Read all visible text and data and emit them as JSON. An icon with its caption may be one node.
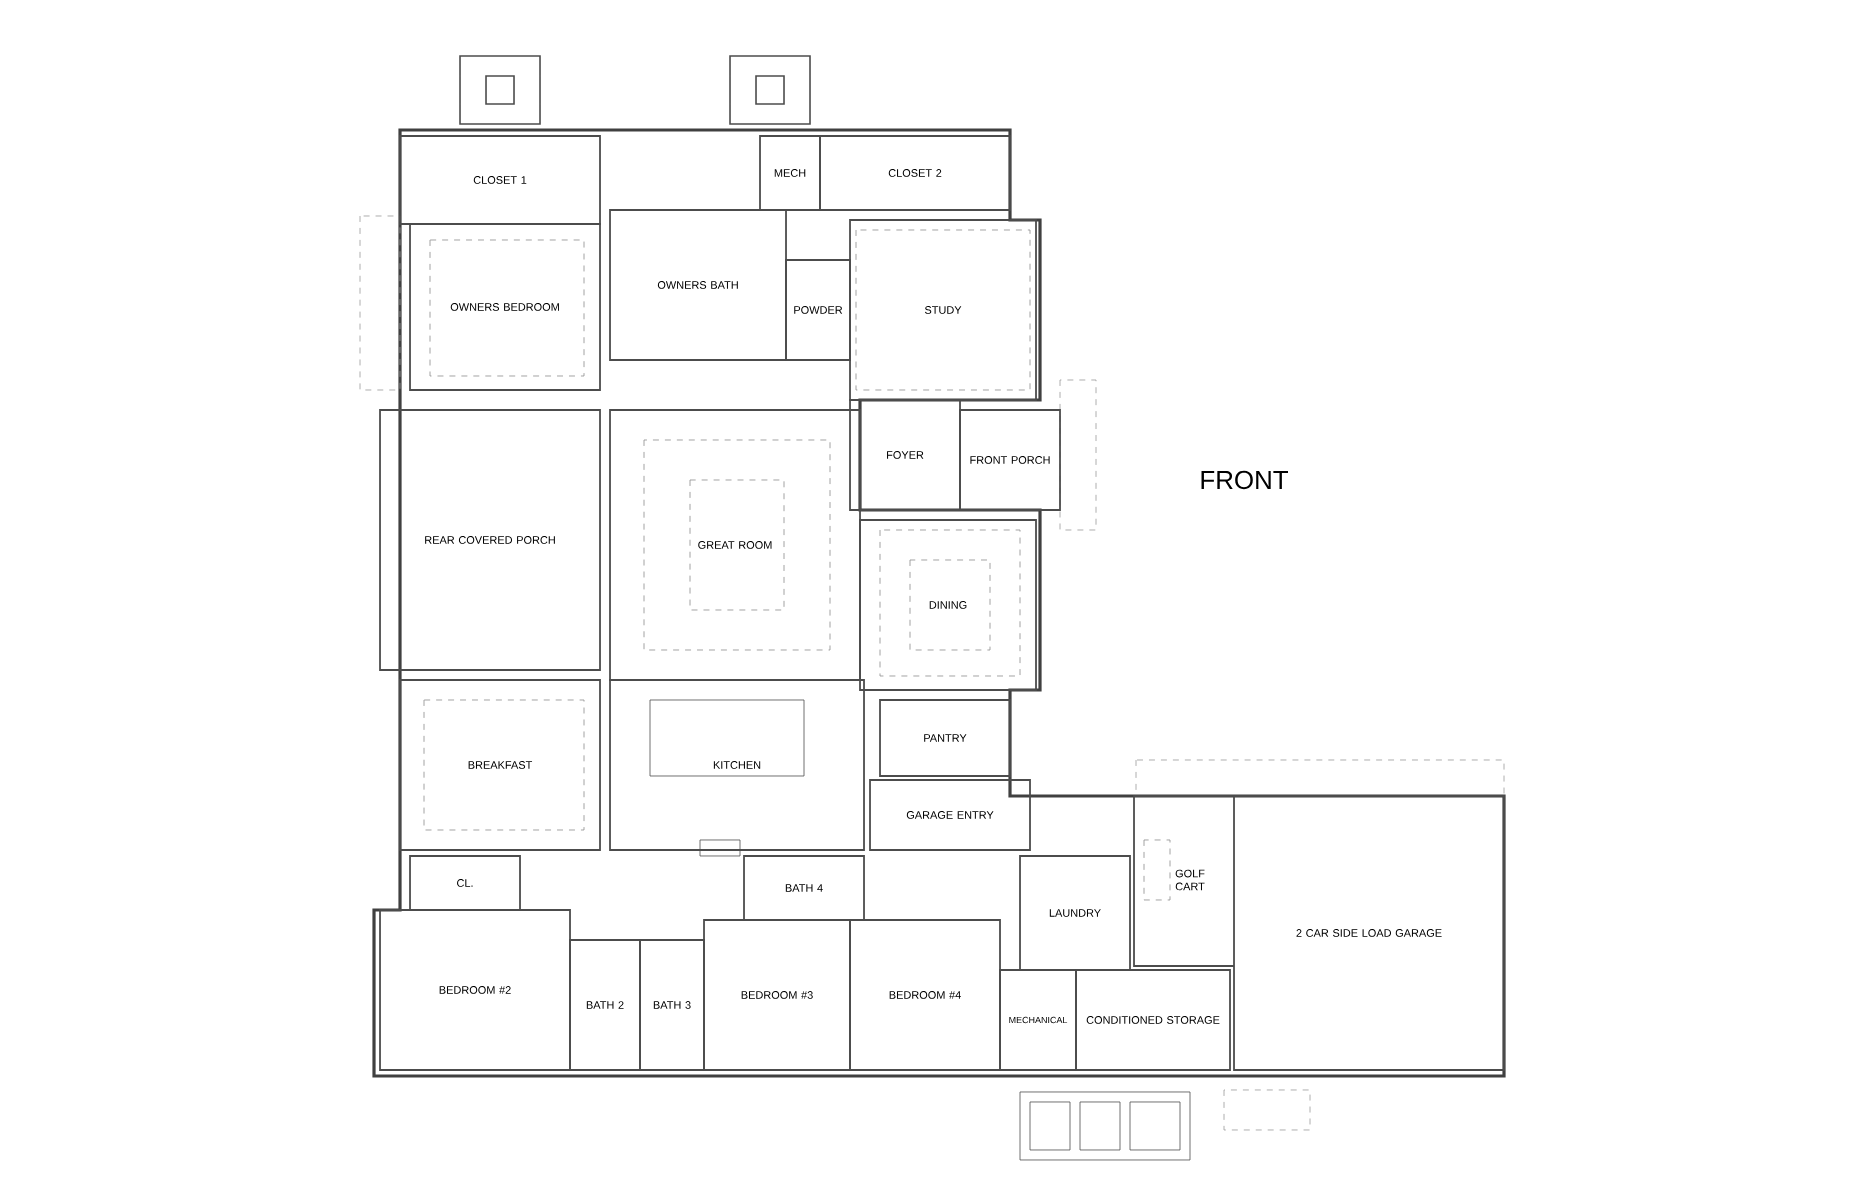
{
  "diagram": {
    "nodes": [
      {
        "text": [
          "CLOSET 1"
        ]
      },
      {
        "text": [
          "MECH"
        ]
      },
      {
        "text": [
          "CLOSET 2"
        ]
      },
      {
        "text": [
          "OWNERS BEDROOM"
        ]
      },
      {
        "text": [
          "OWNERS BATH"
        ]
      },
      {
        "text": [
          "POWDER"
        ]
      },
      {
        "text": [
          "STUDY"
        ]
      },
      {
        "text": [
          "FOYER"
        ]
      },
      {
        "text": [
          "FRONT PORCH"
        ]
      },
      {
        "text": [
          "REAR COVERED PORCH"
        ]
      },
      {
        "text": [
          "GREAT ROOM"
        ]
      },
      {
        "text": [
          "DINING"
        ]
      },
      {
        "text": [
          "BREAKFAST"
        ]
      },
      {
        "text": [
          "KITCHEN"
        ]
      },
      {
        "text": [
          "PANTRY"
        ]
      },
      {
        "text": [
          "GARAGE ENTRY"
        ]
      },
      {
        "text": [
          "CL."
        ]
      },
      {
        "text": [
          "BATH 4"
        ]
      },
      {
        "text": [
          "LAUNDRY"
        ]
      },
      {
        "text": [
          "2 CAR SIDE LOAD GARAGE"
        ]
      },
      {
        "text": [
          "BEDROOM #2"
        ]
      },
      {
        "text": [
          "BATH 2"
        ]
      },
      {
        "text": [
          "BATH 3"
        ]
      },
      {
        "text": [
          "BEDROOM #3"
        ]
      },
      {
        "text": [
          "BEDROOM #4"
        ]
      },
      {
        "text": [
          "MECHANICAL"
        ]
      },
      {
        "text": [
          "CONDITIONED STORAGE"
        ]
      }
    ],
    "labels": [
      "FRONT",
      "GOLF CART"
    ]
  }
}
